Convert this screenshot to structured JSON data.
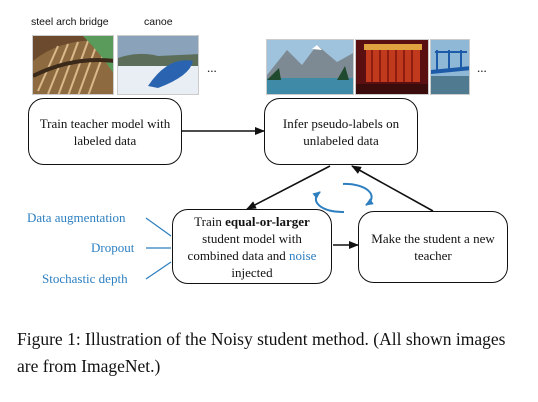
{
  "top_labels": {
    "left": "steel arch bridge",
    "right": "canoe"
  },
  "ellipsis": "...",
  "boxes": {
    "teacher": "Train teacher model with labeled data",
    "infer": "Infer pseudo-labels on unlabeled data",
    "student_parts": {
      "p1": "Train ",
      "p2": "equal-or-larger",
      "p3": " student model with combined data and ",
      "p4": "noise",
      "p5": " injected"
    },
    "make_teacher": "Make the student a new teacher"
  },
  "noise_labels": [
    "Data augmentation",
    "Dropout",
    "Stochastic depth"
  ],
  "caption": "Figure 1: Illustration of the Noisy student method. (All shown images are from ImageNet.)",
  "colors": {
    "accent": "#2d7fc0",
    "stroke": "#111111"
  },
  "images": [
    "steel-arch-bridge-photo",
    "canoe-photo",
    "mountain-lake-photo",
    "theater-stage-photo",
    "blue-bridge-photo"
  ]
}
